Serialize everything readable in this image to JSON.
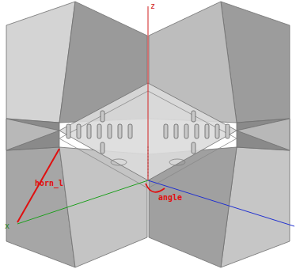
{
  "diagram": {
    "labels": [
      "z",
      "horn_l",
      "angle",
      "x"
    ]
  }
}
